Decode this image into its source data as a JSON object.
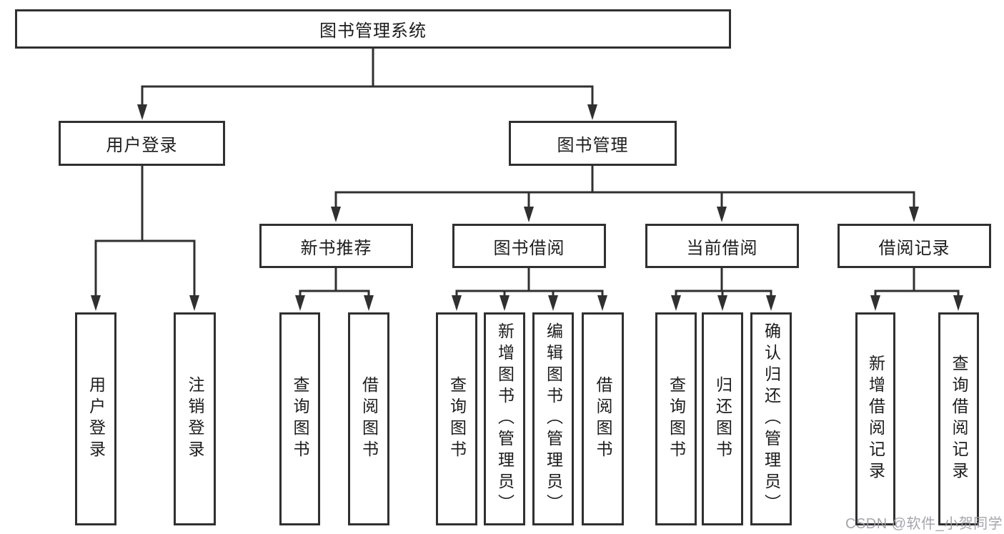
{
  "nodes": {
    "root": {
      "label": "图书管理系统"
    },
    "user_login": {
      "label": "用户登录"
    },
    "book_mgmt": {
      "label": "图书管理"
    },
    "new_books": {
      "label": "新书推荐"
    },
    "book_borrow": {
      "label": "图书借阅"
    },
    "current_borrow": {
      "label": "当前借阅"
    },
    "borrow_records": {
      "label": "借阅记录"
    },
    "user_login_leaf": {
      "label": "用户登录"
    },
    "logout_leaf": {
      "label": "注销登录"
    },
    "nb_query": {
      "label": "查询图书"
    },
    "nb_borrow": {
      "label": "借阅图书"
    },
    "bb_query": {
      "label": "查询图书"
    },
    "bb_add": {
      "label": "新增图书（管理员）"
    },
    "bb_edit": {
      "label": "编辑图书（管理员）"
    },
    "bb_borrow": {
      "label": "借阅图书"
    },
    "cb_query": {
      "label": "查询图书"
    },
    "cb_return": {
      "label": "归还图书"
    },
    "cb_confirm": {
      "label": "确认归还（管理员）"
    },
    "br_add": {
      "label": "新增借阅记录"
    },
    "br_query": {
      "label": "查询借阅记录"
    }
  },
  "watermark": "CSDN @软件_小贺同学",
  "colors": {
    "line": "#303030",
    "text": "#1c1c1c",
    "background": "#ffffff",
    "watermark": "#9b9ba3"
  }
}
